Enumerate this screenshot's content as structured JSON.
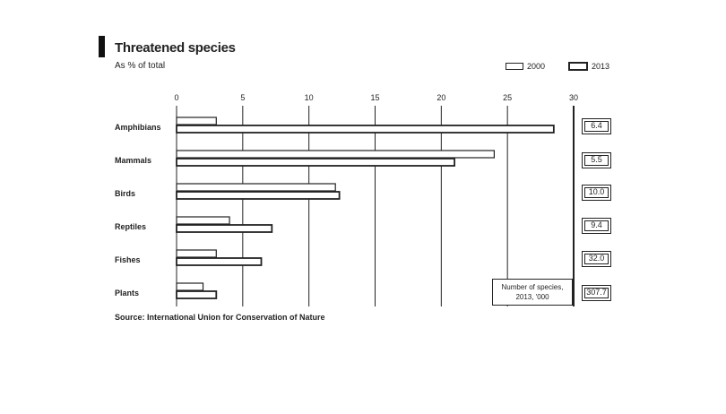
{
  "title": "Threatened species",
  "subtitle": "As % of total",
  "source": "Source: International Union for Conservation of Nature",
  "note": "Number of species, 2013, '000",
  "legend": [
    {
      "label": "2000"
    },
    {
      "label": "2013"
    }
  ],
  "right_values": [
    "6.4",
    "5.5",
    "10.0",
    "9.4",
    "32.0",
    "307.7"
  ],
  "chart_data": {
    "type": "bar",
    "orientation": "horizontal",
    "title": "Threatened species",
    "subtitle": "As % of total",
    "categories": [
      "Amphibians",
      "Mammals",
      "Birds",
      "Reptiles",
      "Fishes",
      "Plants"
    ],
    "series": [
      {
        "name": "2000",
        "values": [
          3,
          24,
          12,
          4,
          3,
          2
        ]
      },
      {
        "name": "2013",
        "values": [
          28.5,
          21,
          12.3,
          7.2,
          6.4,
          3
        ]
      }
    ],
    "xlim": [
      0,
      30
    ],
    "xticks": [
      "0",
      "5",
      "10",
      "15",
      "20",
      "25",
      "30"
    ],
    "legend_position": "top-right",
    "grid": true
  }
}
